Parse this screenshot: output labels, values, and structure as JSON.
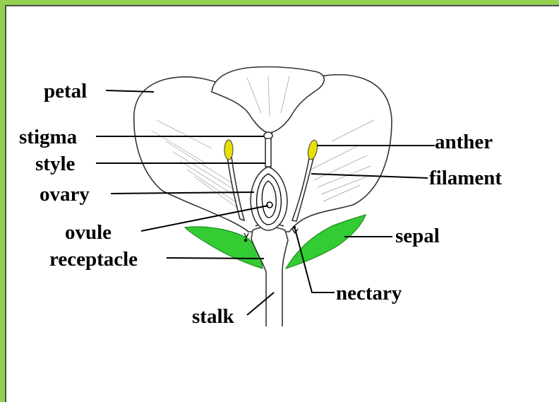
{
  "diagram": {
    "labels": {
      "petal": "petal",
      "stigma": "stigma",
      "style": "style",
      "ovary": "ovary",
      "ovule": "ovule",
      "receptacle": "receptacle",
      "stalk": "stalk",
      "anther": "anther",
      "filament": "filament",
      "sepal": "sepal",
      "nectary": "nectary"
    },
    "colors": {
      "frame_border": "#92d050",
      "sepal": "#33cc33",
      "anther": "#e8e000"
    }
  }
}
